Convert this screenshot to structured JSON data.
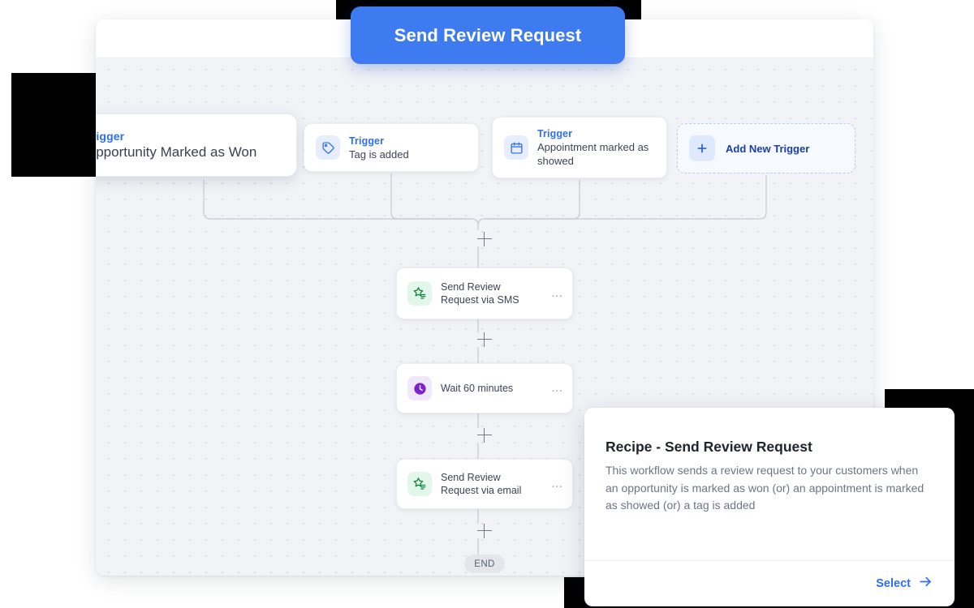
{
  "floating_button": {
    "label": "Send Review Request"
  },
  "canvas": {
    "triggers": [
      {
        "kicker": "Trigger",
        "title": "Opportunity Marked as Won",
        "icon": "chevron-up-icon"
      },
      {
        "kicker": "Trigger",
        "title": "Tag is added",
        "icon": "tag-icon"
      },
      {
        "kicker": "Trigger",
        "title": "Appointment marked as showed",
        "icon": "calendar-icon"
      }
    ],
    "add_trigger": {
      "label": "Add New Trigger",
      "icon": "plus-icon"
    },
    "actions": [
      {
        "title": "Send Review Request via SMS",
        "icon": "review-star-icon",
        "menu": "…"
      },
      {
        "title": "Wait 60 minutes",
        "icon": "clock-icon",
        "menu": "…"
      },
      {
        "title": "Send Review Request via email",
        "icon": "review-star-icon",
        "menu": "…"
      }
    ],
    "end_label": "END"
  },
  "recipe": {
    "title": "Recipe - Send Review Request",
    "description": "This workflow sends a review request to your customers when an opportunity is marked as won (or) an appointment is marked as showed (or) a tag is added",
    "select_label": "Select",
    "select_icon": "arrow-right-icon"
  },
  "colors": {
    "accent_blue": "#3f7bf0",
    "link_blue": "#2f6fed",
    "trigger_icon_bg": "#e7edfd",
    "action_green_bg": "#e3f6ea",
    "action_green_fg": "#15803d",
    "action_purple_bg": "#f0e8fd",
    "action_purple_fg": "#7c22ce",
    "canvas_bg": "#f2f3f7",
    "accent_black": "#000000"
  }
}
